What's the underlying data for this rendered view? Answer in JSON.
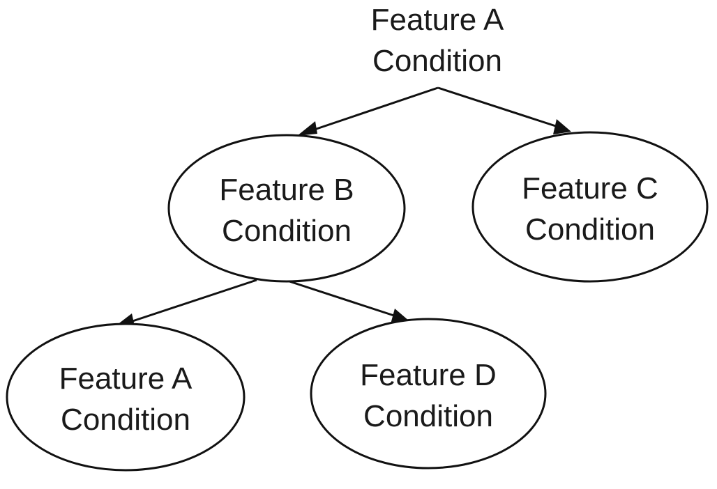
{
  "diagram": {
    "nodes": {
      "root": {
        "line1": "Feature A",
        "line2": "Condition"
      },
      "b": {
        "line1": "Feature B",
        "line2": "Condition"
      },
      "c": {
        "line1": "Feature C",
        "line2": "Condition"
      },
      "a2": {
        "line1": "Feature A",
        "line2": "Condition"
      },
      "d": {
        "line1": "Feature D",
        "line2": "Condition"
      }
    }
  }
}
